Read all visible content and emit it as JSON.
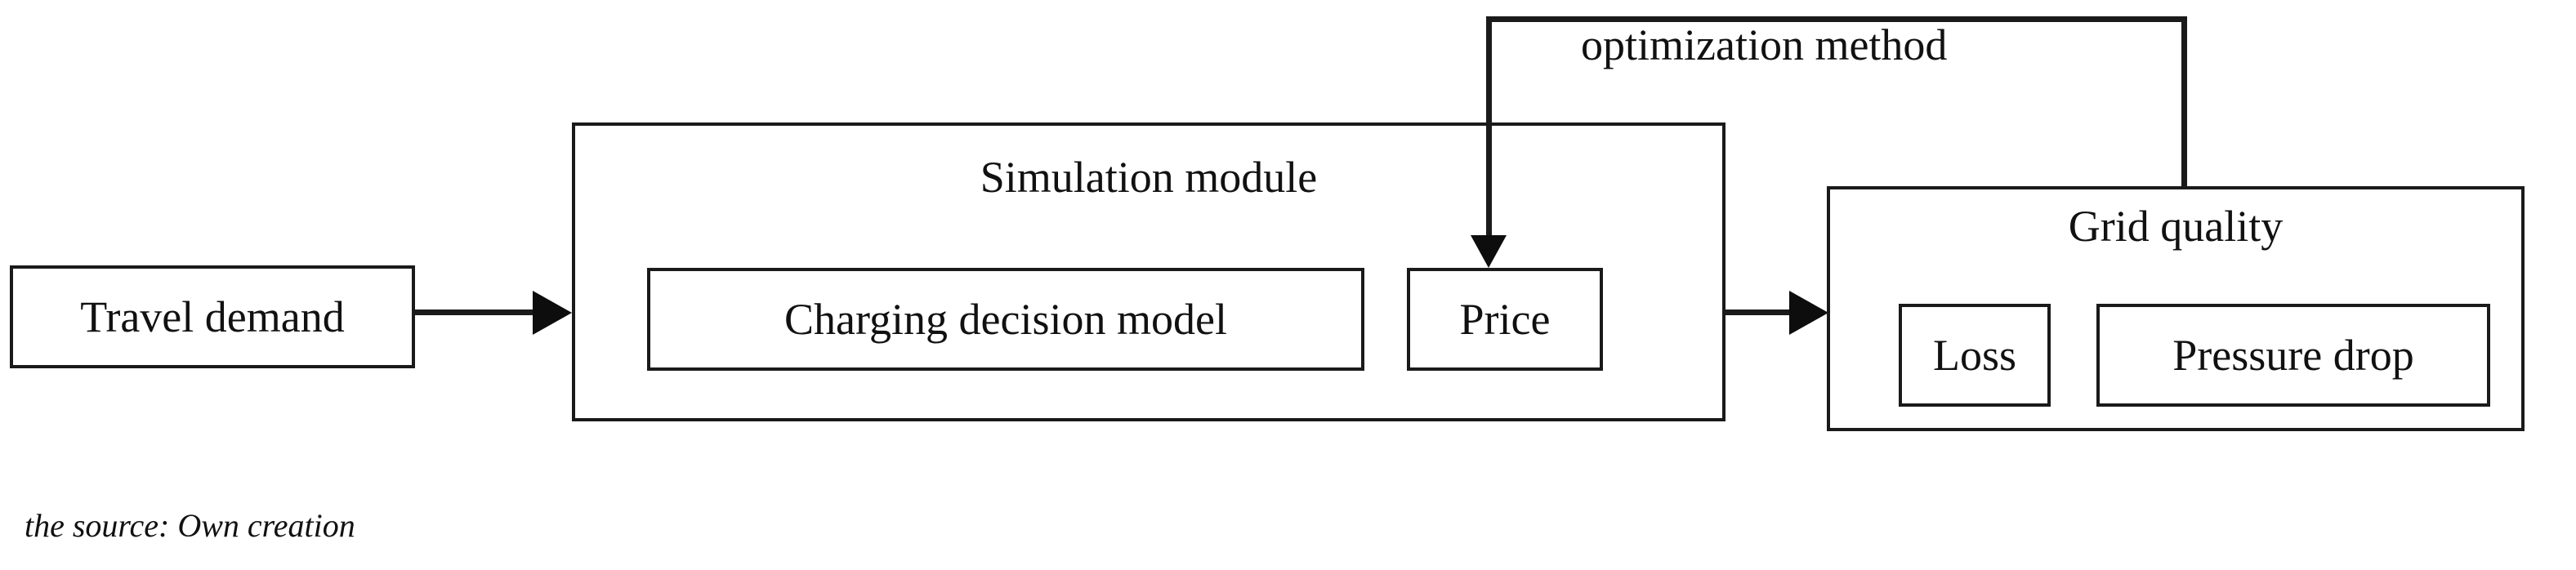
{
  "diagram": {
    "type": "flow-diagram",
    "title": "",
    "nodes": {
      "travel_demand": {
        "label": "Travel demand"
      },
      "simulation_module": {
        "label": "Simulation module"
      },
      "charging_decision_model": {
        "label": "Charging decision model"
      },
      "price": {
        "label": "Price"
      },
      "grid_quality": {
        "label": "Grid quality"
      },
      "loss": {
        "label": "Loss"
      },
      "pressure_drop": {
        "label": "Pressure drop"
      }
    },
    "edges": {
      "demand_to_simulation": {
        "label": ""
      },
      "simulation_to_grid": {
        "label": ""
      },
      "feedback_to_price": {
        "label": "optimization method"
      }
    },
    "colors": {
      "stroke": "#1a1a1a",
      "text": "#111111",
      "background": "#ffffff"
    }
  },
  "caption": {
    "text": "the source: Own creation"
  }
}
